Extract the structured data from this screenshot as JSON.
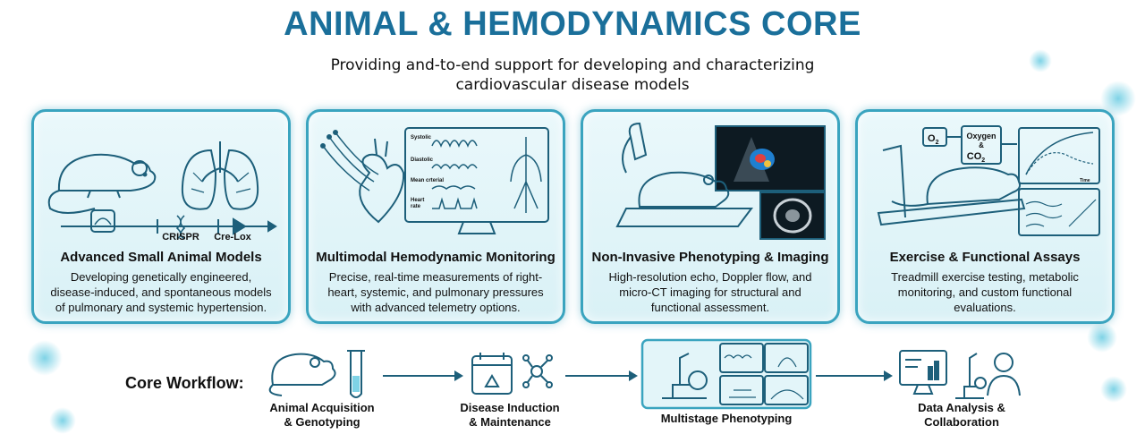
{
  "header": {
    "title": "ANIMAL & HEMODYNAMICS CORE",
    "subtitle_line1": "Providing and-to-end support for developing and characterizing",
    "subtitle_line2": "cardiovascular disease models"
  },
  "cards": [
    {
      "title": "Advanced Small Animal Models",
      "desc": [
        "Developing genetically engineered,",
        "disease-induced, and spontaneous models",
        "of pulmonary and systemic hypertension."
      ],
      "labels": {
        "crispr": "CRISPR",
        "crelox": "Cre-Lox"
      }
    },
    {
      "title": "Multimodal Hemodynamic Monitoring",
      "desc": [
        "Precise, real-time measurements of right-",
        "heart, systemic, and pulmonary pressures",
        "with advanced telemetry options."
      ],
      "labels": {
        "systolic": "Systolic",
        "diastolic": "Diastolic",
        "mean": "Mean crterial",
        "heart": "Heart",
        "rate": "rate"
      }
    },
    {
      "title": "Non-Invasive Phenotyping & Imaging",
      "desc": [
        "High-resolution echo, Doppler flow, and",
        "micro-CT imaging for structural and",
        "functional assessment."
      ]
    },
    {
      "title": "Exercise & Functional Assays",
      "desc": [
        "Treadmill exercise testing, metabolic",
        "monitoring, and custom functional",
        "evaluations."
      ],
      "labels": {
        "o2": "O",
        "o2sub": "2",
        "oxygen": "Oxygen",
        "amp": "&",
        "co2": "CO",
        "co2sub": "2",
        "time": "Time"
      }
    }
  ],
  "workflow": {
    "label": "Core Workflow:",
    "steps": [
      {
        "line1": "Animal Acquisition",
        "line2": "& Genotyping"
      },
      {
        "line1": "Disease Induction",
        "line2": "& Maintenance"
      },
      {
        "line1": "Multistage Phenotyping",
        "line2": ""
      },
      {
        "line1": "Data Analysis &",
        "line2": "Collaboration"
      }
    ]
  },
  "colors": {
    "accent": "#1a6f9a",
    "border": "#3aa4bf",
    "card_bg": "#e3f5f9",
    "line": "#1d5f7a"
  }
}
